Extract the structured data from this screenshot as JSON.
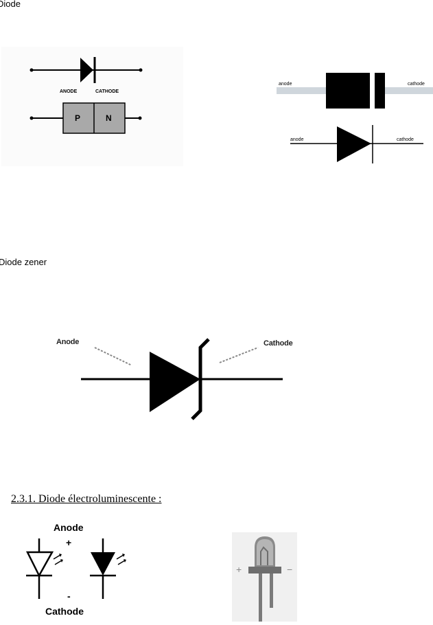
{
  "diode": {
    "heading": "Diode",
    "pn_figure": {
      "anode": "ANODE",
      "cathode": "CATHODE",
      "p": "P",
      "n": "N"
    },
    "package_figure": {
      "anode_top": "anode",
      "cathode_top": "cathode",
      "anode_bottom": "anode",
      "cathode_bottom": "cathode"
    }
  },
  "zener": {
    "heading": "Diode zener",
    "anode": "Anode",
    "cathode": "Cathode"
  },
  "led": {
    "heading": "2.3.1. Diode électroluminescente :",
    "anode": "Anode",
    "plus": "+",
    "minus": "-",
    "cathode": "Cathode",
    "photo_plus": "+",
    "photo_minus": "−"
  }
}
